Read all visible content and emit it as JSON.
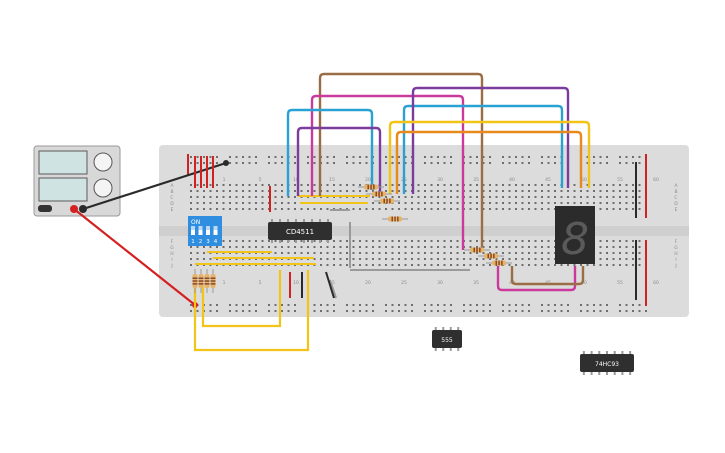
{
  "colors": {
    "board": "#dcdcdc",
    "hole": "#6e6e6e",
    "rail_red": "#d42020",
    "rail_black": "#2a2a2a",
    "wire_red": "#d42020",
    "wire_black": "#2a2a2a",
    "wire_yellow": "#f2c417",
    "wire_orange": "#e8891c",
    "wire_magenta": "#c93a9c",
    "wire_blue": "#2aa1d3",
    "wire_purple": "#7b3c9e",
    "wire_brown": "#9a6d44",
    "chip": "#2f2f2f",
    "dip_switch": "#2f8ee0",
    "display": "#2b2b2b"
  },
  "power_supply": {
    "label_a": "",
    "label_b": ""
  },
  "dip_switch": {
    "label_on": "ON",
    "positions": [
      "1",
      "2",
      "3",
      "4"
    ]
  },
  "chips": {
    "cd4511": "CD4511",
    "ic555": "555",
    "ic74hc93": "74HC93"
  },
  "breadboard": {
    "column_numbers": [
      "1",
      "5",
      "10",
      "15",
      "20",
      "25",
      "30",
      "35",
      "40",
      "45",
      "50",
      "55",
      "60"
    ],
    "row_letters_top": [
      "A",
      "B",
      "C",
      "D",
      "E"
    ],
    "row_letters_bottom": [
      "F",
      "G",
      "H",
      "I",
      "J"
    ]
  },
  "seven_segment": {
    "digit": "8"
  }
}
